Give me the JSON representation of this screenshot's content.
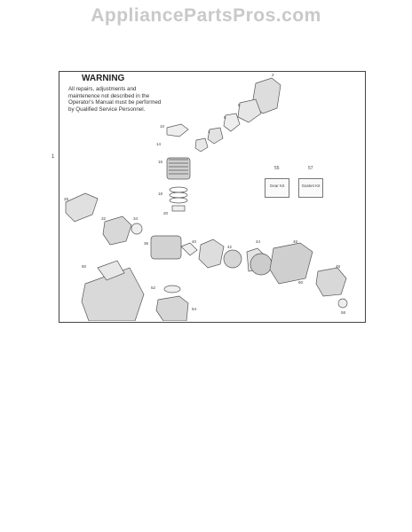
{
  "watermark": "AppliancePartsPros.com",
  "warning": {
    "title": "WARNING",
    "body": "All repairs, adjustments and maintenence not described in the Operator's Manual must be performed by Qualified Service Personnel."
  },
  "reference_mark": "1",
  "kits": [
    {
      "number": "55",
      "label": "Gear Kit"
    },
    {
      "number": "57",
      "label": "Gasket Kit"
    }
  ]
}
